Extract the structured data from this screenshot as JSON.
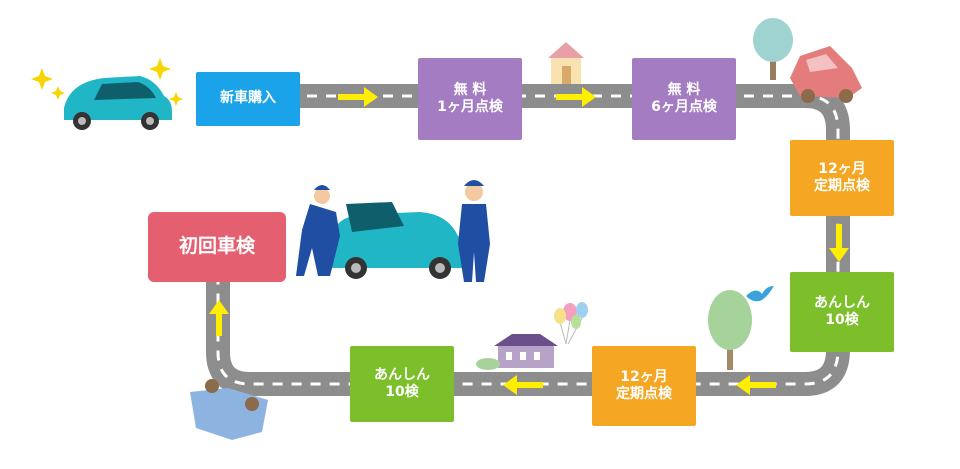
{
  "diagram": {
    "steps": [
      {
        "id": "new-car",
        "lines": [
          "新車購入"
        ],
        "color": "#1aa3e8"
      },
      {
        "id": "free-1m",
        "lines": [
          "無 料",
          "1ヶ月点検"
        ],
        "color": "#a47cc1"
      },
      {
        "id": "free-6m",
        "lines": [
          "無 料",
          "6ヶ月点検"
        ],
        "color": "#a47cc1"
      },
      {
        "id": "periodic-12m-a",
        "lines": [
          "12ヶ月",
          "定期点検"
        ],
        "color": "#f5a623"
      },
      {
        "id": "anshin-10-a",
        "lines": [
          "あんしん",
          "10検"
        ],
        "color": "#7cbf2a"
      },
      {
        "id": "periodic-12m-b",
        "lines": [
          "12ヶ月",
          "定期点検"
        ],
        "color": "#f5a623"
      },
      {
        "id": "anshin-10-b",
        "lines": [
          "あんしん",
          "10検"
        ],
        "color": "#7cbf2a"
      },
      {
        "id": "first-shaken",
        "lines": [
          "初回車検"
        ],
        "color": "#e45f6f"
      }
    ],
    "colors": {
      "road": "#8a8a8a",
      "road_edge": "#ffffff",
      "arrow": "#ffee00"
    }
  }
}
